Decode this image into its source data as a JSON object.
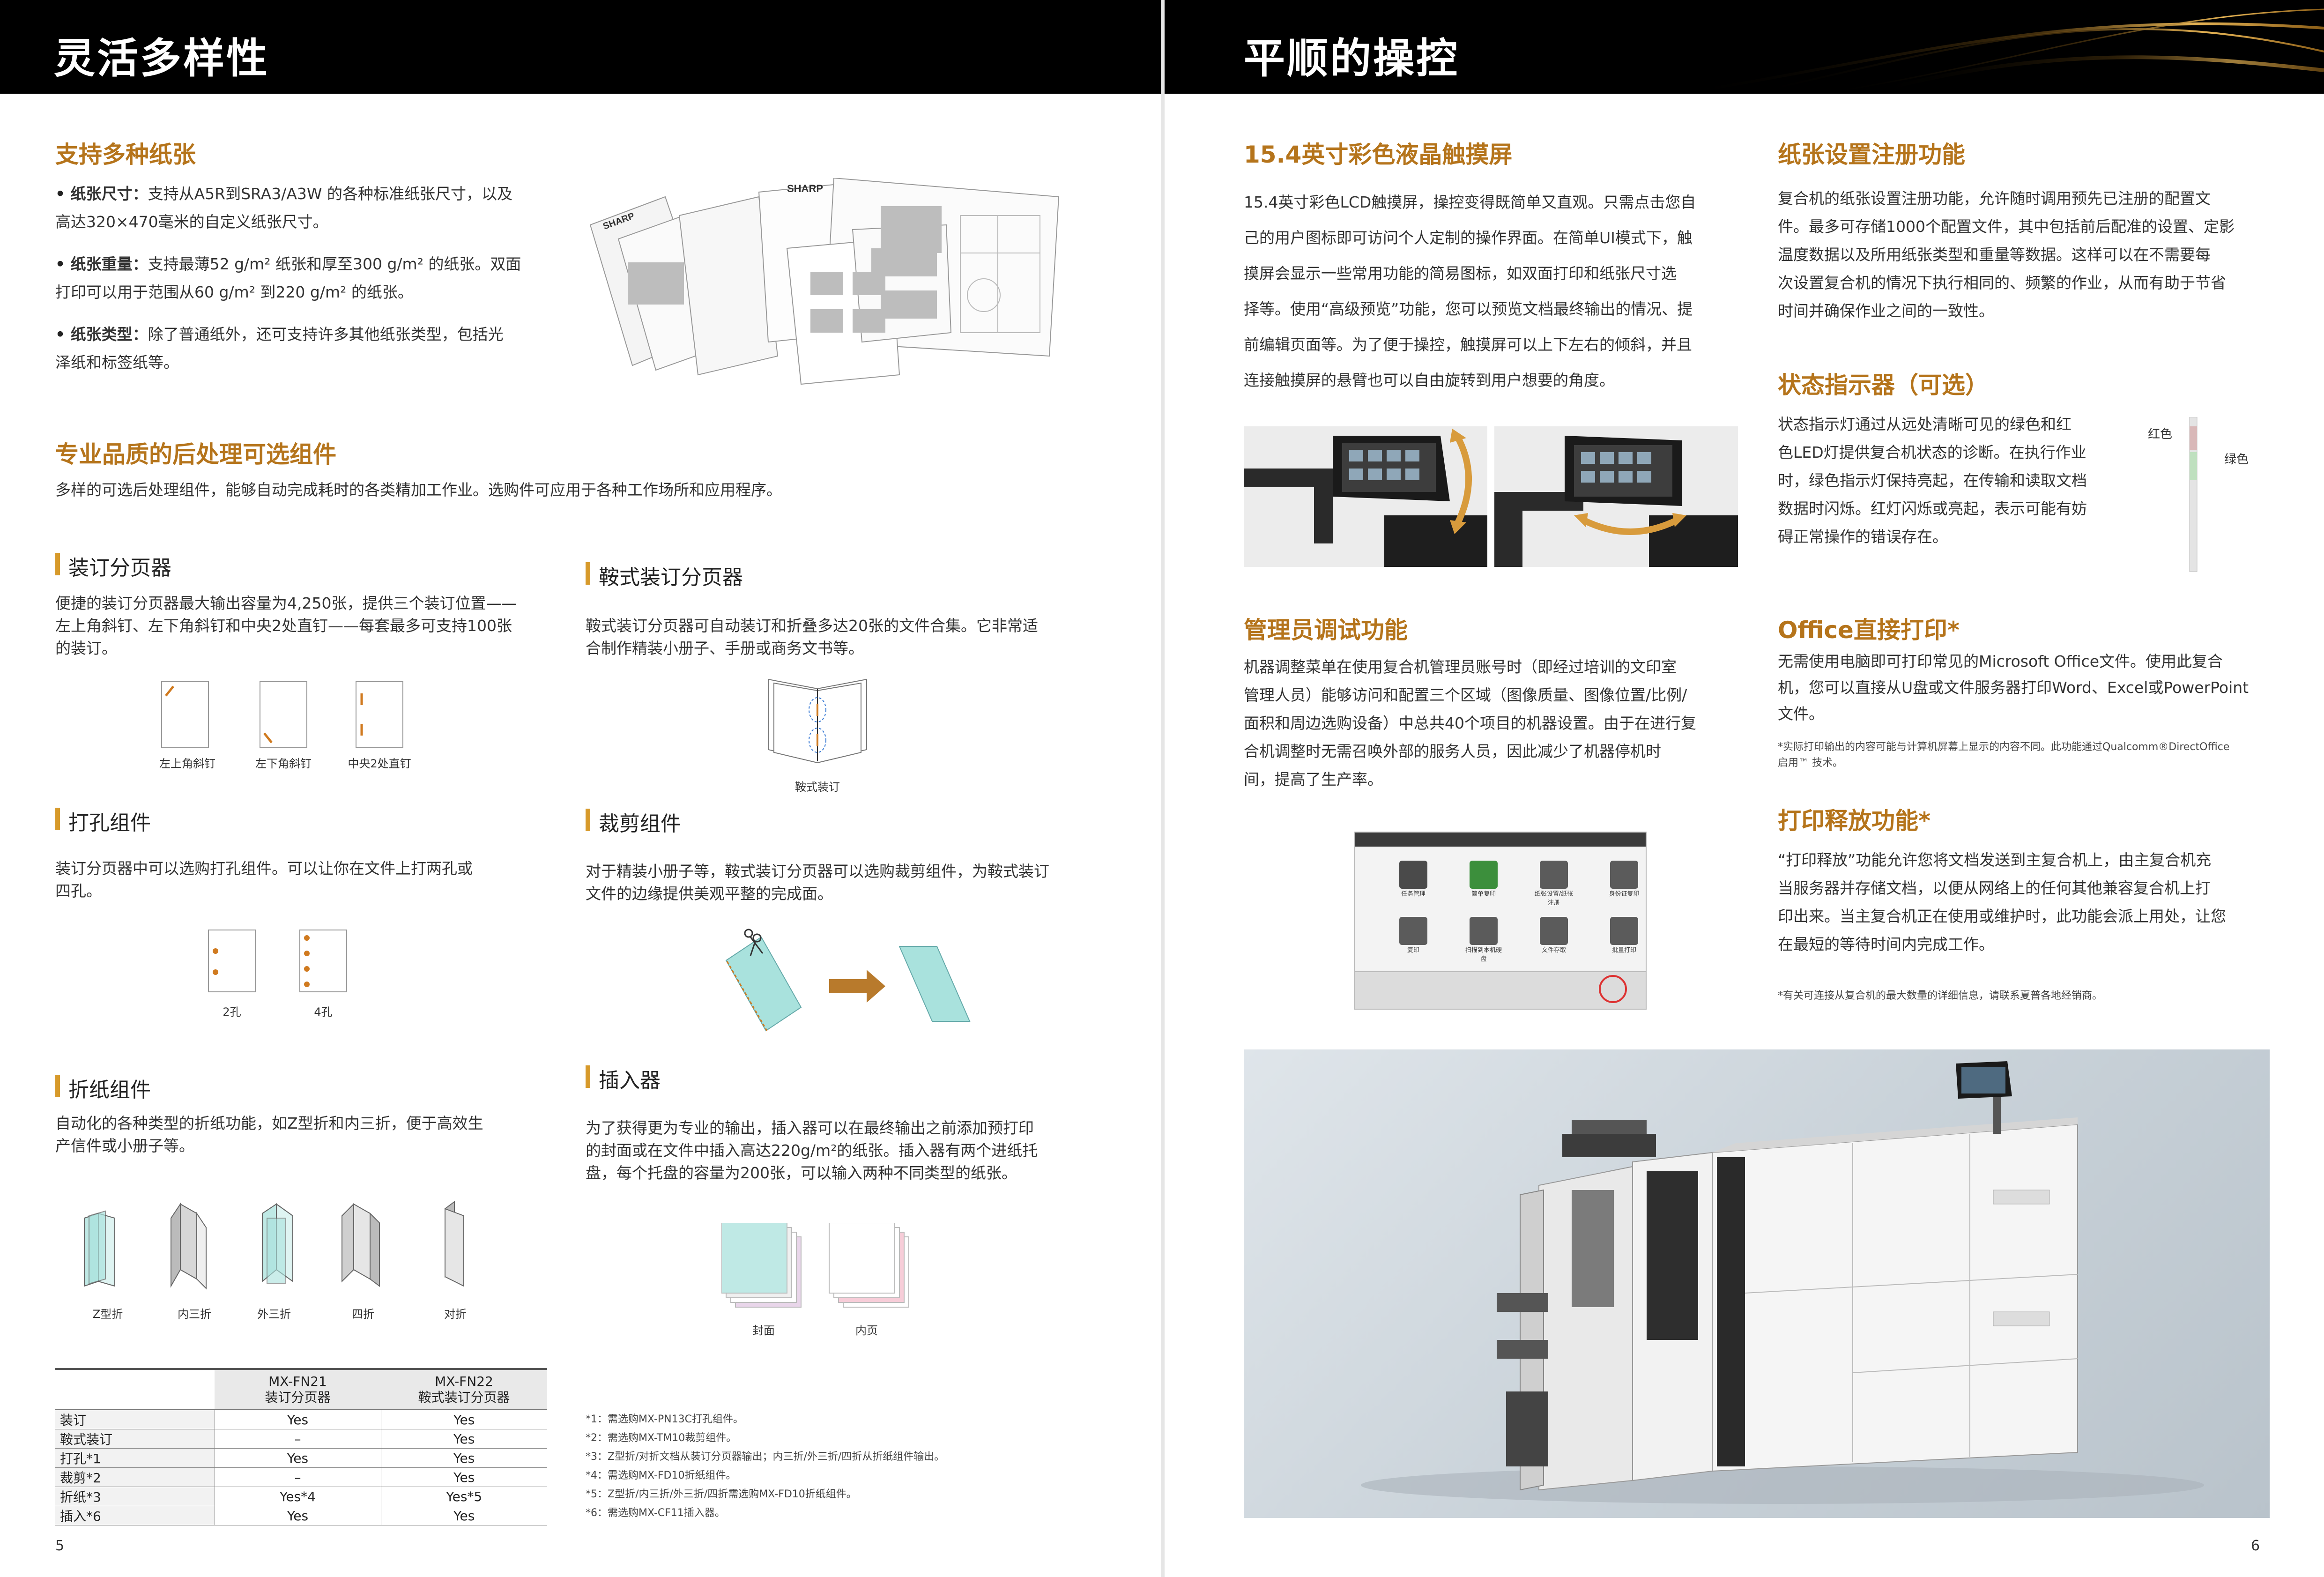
{
  "left": {
    "band_title": "灵活多样性",
    "paper": {
      "heading": "支持多种纸张",
      "bullets": [
        {
          "label": "纸张尺寸：",
          "lines": [
            "支持从A5R到SRA3/A3W 的各种标准纸张尺寸，以及",
            "高达320×470毫米的自定义纸张尺寸。"
          ]
        },
        {
          "label": "纸张重量：",
          "lines": [
            "支持最薄52 g/m² 纸张和厚至300 g/m² 的纸张。双面",
            "打印可以用于范围从60 g/m² 到220 g/m² 的纸张。"
          ]
        },
        {
          "label": "纸张类型：",
          "lines": [
            "除了普通纸外，还可支持许多其他纸张类型，包括光",
            "泽纸和标签纸等。"
          ]
        }
      ]
    },
    "finishing": {
      "heading": "专业品质的后处理可选组件",
      "intro": "多样的可选后处理组件，能够自动完成耗时的各类精加工作业。选购件可应用于各种工作场所和应用程序。"
    },
    "stapler": {
      "title": "装订分页器",
      "lines": [
        "便捷的装订分页器最大输出容量为4,250张，提供三个装订位置——",
        "左上角斜钉、左下角斜钉和中央2处直钉——每套最多可支持100张",
        "的装订。"
      ],
      "captions": [
        "左上角斜钉",
        "左下角斜钉",
        "中央2处直钉"
      ]
    },
    "saddle": {
      "title": "鞍式装订分页器",
      "lines": [
        "鞍式装订分页器可自动装订和折叠多达20张的文件合集。它非常适",
        "合制作精装小册子、手册或商务文书等。"
      ],
      "caption": "鞍式装订"
    },
    "punch": {
      "title": "打孔组件",
      "lines": [
        "装订分页器中可以选购打孔组件。可以让你在文件上打两孔或",
        "四孔。"
      ],
      "captions": [
        "2孔",
        "4孔"
      ]
    },
    "trim": {
      "title": "裁剪组件",
      "lines": [
        "对于精装小册子等，鞍式装订分页器可以选购裁剪组件，为鞍式装订",
        "文件的边缘提供美观平整的完成面。"
      ]
    },
    "fold": {
      "title": "折纸组件",
      "lines": [
        "自动化的各种类型的折纸功能，如Z型折和内三折，便于高效生",
        "产信件或小册子等。"
      ],
      "captions": [
        "Z型折",
        "内三折",
        "外三折",
        "四折",
        "对折"
      ]
    },
    "inserter": {
      "title": "插入器",
      "lines": [
        "为了获得更为专业的输出，插入器可以在最终输出之前添加预打印",
        "的封面或在文件中插入高达220g/m²的纸张。插入器有两个进纸托",
        "盘，每个托盘的容量为200张，可以输入两种不同类型的纸张。"
      ],
      "captions": [
        "封面",
        "内页"
      ]
    },
    "table": {
      "col1": [
        "MX-FN21",
        "装订分页器"
      ],
      "col2": [
        "MX-FN22",
        "鞍式装订分页器"
      ],
      "rows": [
        {
          "name": "装订",
          "a": "Yes",
          "b": "Yes"
        },
        {
          "name": "鞍式装订",
          "a": "–",
          "b": "Yes"
        },
        {
          "name": "打孔*1",
          "a": "Yes",
          "b": "Yes"
        },
        {
          "name": "裁剪*2",
          "a": "–",
          "b": "Yes"
        },
        {
          "name": "折纸*3",
          "a": "Yes*4",
          "b": "Yes*5"
        },
        {
          "name": "插入*6",
          "a": "Yes",
          "b": "Yes"
        }
      ]
    },
    "footnotes": [
      "*1：需选购MX-PN13C打孔组件。",
      "*2：需选购MX-TM10裁剪组件。",
      "*3：Z型折/对折文档从装订分页器输出；内三折/外三折/四折从折纸组件输出。",
      "*4：需选购MX-FD10折纸组件。",
      "*5：Z型折/内三折/外三折/四折需选购MX-FD10折纸组件。",
      "*6：需选购MX-CF11插入器。"
    ],
    "page_number": "5"
  },
  "right": {
    "band_title": "平顺的操控",
    "touch": {
      "heading": "15.4英寸彩色液晶触摸屏",
      "lines": [
        "15.4英寸彩色LCD触摸屏，操控变得既简单又直观。只需点击您自",
        "己的用户图标即可访问个人定制的操作界面。在简单UI模式下，触",
        "摸屏会显示一些常用功能的简易图标，如双面打印和纸张尺寸选",
        "择等。使用“高级预览”功能，您可以预览文档最终输出的情况、提",
        "前编辑页面等。为了便于操控，触摸屏可以上下左右的倾斜，并且",
        "连接触摸屏的悬臂也可以自由旋转到用户想要的角度。"
      ]
    },
    "admin": {
      "heading": "管理员调试功能",
      "lines": [
        "机器调整菜单在使用复合机管理员账号时（即经过培训的文印室",
        "管理人员）能够访问和配置三个区域（图像质量、图像位置/比例/",
        "面积和周边选购设备）中总共40个项目的机器设置。由于在进行复",
        "合机调整时无需召唤外部的服务人员，因此减少了机器停机时",
        "间，提高了生产率。"
      ]
    },
    "paper_reg": {
      "heading": "纸张设置注册功能",
      "lines": [
        "复合机的纸张设置注册功能，允许随时调用预先已注册的配置文",
        "件。最多可存储1000个配置文件，其中包括前后配准的设置、定影",
        "温度数据以及所用纸张类型和重量等数据。这样可以在不需要每",
        "次设置复合机的情况下执行相同的、频繁的作业，从而有助于节省",
        "时间并确保作业之间的一致性。"
      ]
    },
    "status": {
      "heading": "状态指示器（可选）",
      "lines": [
        "状态指示灯通过从远处清晰可见的绿色和红",
        "色LED灯提供复合机状态的诊断。在执行作业",
        "时，绿色指示灯保持亮起，在传输和读取文档",
        "数据时闪烁。红灯闪烁或亮起，表示可能有妨",
        "碍正常操作的错误存在。"
      ],
      "red_label": "红色",
      "green_label": "绿色"
    },
    "office": {
      "heading": "Office直接打印*",
      "lines": [
        "无需使用电脑即可打印常见的Microsoft Office文件。使用此复合",
        "机，您可以直接从U盘或文件服务器打印Word、Excel或PowerPoint",
        "文件。"
      ],
      "note_lines": [
        "*实际打印输出的内容可能与计算机屏幕上显示的内容不同。此功能通过Qualcomm®DirectOffice",
        "启用™ 技术。"
      ]
    },
    "release": {
      "heading": "打印释放功能*",
      "lines": [
        "“打印释放”功能允许您将文档发送到主复合机上，由主复合机充",
        "当服务器并存储文档，以便从网络上的任何其他兼容复合机上打",
        "印出来。当主复合机正在使用或维护时，此功能会派上用处，让您",
        "在最短的等待时间内完成工作。"
      ],
      "note": "*有关可连接从复合机的最大数量的详细信息，请联系夏普各地经销商。"
    },
    "screen": {
      "icons": [
        "任务管理",
        "简单复印",
        "纸张设置/纸张注册",
        "身份证复印",
        "复印",
        "扫描到本机硬盘",
        "文件存取",
        "批量打印"
      ]
    },
    "page_number": "6"
  }
}
